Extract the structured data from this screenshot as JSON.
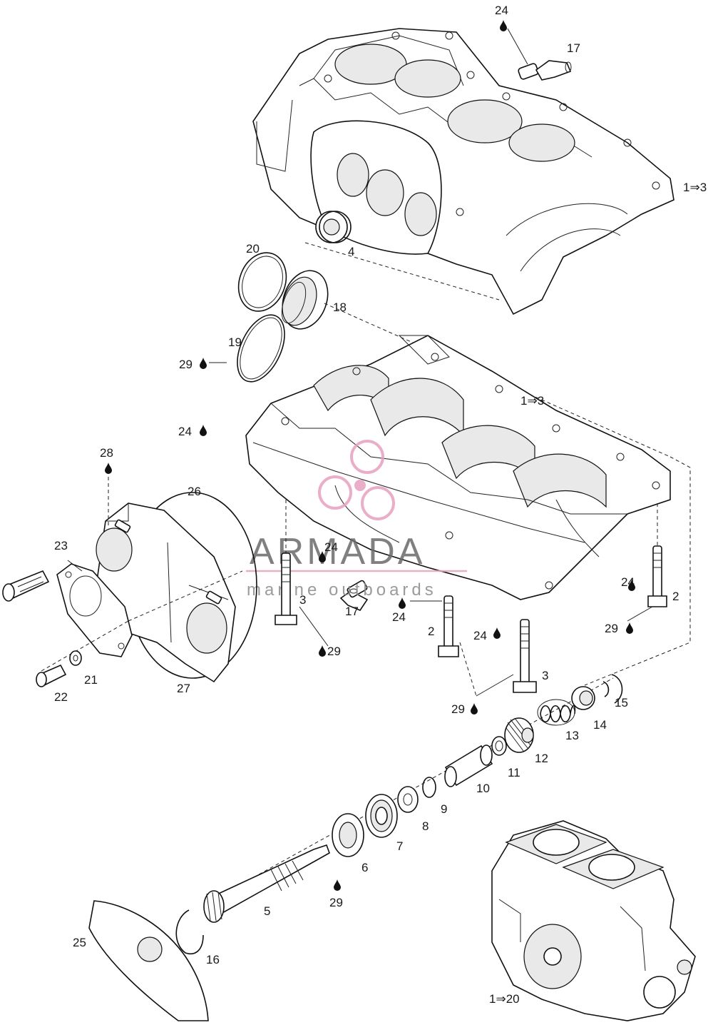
{
  "watermark": {
    "brand": "ARMADA",
    "tagline": "marine outboards",
    "brand_color": "#e8a0c0"
  },
  "oil_symbol": "oil-drop-icon",
  "callouts": [
    {
      "id": "c-24-top",
      "text": "24"
    },
    {
      "id": "c-17-top",
      "text": "17"
    },
    {
      "id": "c-1to3-top",
      "text": "1⇒3"
    },
    {
      "id": "c-4",
      "text": "4"
    },
    {
      "id": "c-20",
      "text": "20"
    },
    {
      "id": "c-18",
      "text": "18"
    },
    {
      "id": "c-19",
      "text": "19"
    },
    {
      "id": "c-29-a",
      "text": "29"
    },
    {
      "id": "c-1to3-mid",
      "text": "1⇒3"
    },
    {
      "id": "c-24-b",
      "text": "24"
    },
    {
      "id": "c-28",
      "text": "28"
    },
    {
      "id": "c-26",
      "text": "26"
    },
    {
      "id": "c-23",
      "text": "23"
    },
    {
      "id": "c-24-c",
      "text": "24"
    },
    {
      "id": "c-3-a",
      "text": "3"
    },
    {
      "id": "c-17-mid",
      "text": "17"
    },
    {
      "id": "c-24-d",
      "text": "24"
    },
    {
      "id": "c-24-e",
      "text": "24"
    },
    {
      "id": "c-2-a",
      "text": "2"
    },
    {
      "id": "c-29-b",
      "text": "29"
    },
    {
      "id": "c-24-f",
      "text": "24"
    },
    {
      "id": "c-2-b",
      "text": "2"
    },
    {
      "id": "c-29-c",
      "text": "29"
    },
    {
      "id": "c-3-b",
      "text": "3"
    },
    {
      "id": "c-21",
      "text": "21"
    },
    {
      "id": "c-22",
      "text": "22"
    },
    {
      "id": "c-27",
      "text": "27"
    },
    {
      "id": "c-29-d",
      "text": "29"
    },
    {
      "id": "c-15",
      "text": "15"
    },
    {
      "id": "c-14",
      "text": "14"
    },
    {
      "id": "c-13",
      "text": "13"
    },
    {
      "id": "c-12",
      "text": "12"
    },
    {
      "id": "c-11",
      "text": "11"
    },
    {
      "id": "c-10",
      "text": "10"
    },
    {
      "id": "c-9",
      "text": "9"
    },
    {
      "id": "c-8",
      "text": "8"
    },
    {
      "id": "c-7",
      "text": "7"
    },
    {
      "id": "c-6",
      "text": "6"
    },
    {
      "id": "c-29-e",
      "text": "29"
    },
    {
      "id": "c-5",
      "text": "5"
    },
    {
      "id": "c-25",
      "text": "25"
    },
    {
      "id": "c-16",
      "text": "16"
    },
    {
      "id": "c-1to20",
      "text": "1⇒20"
    }
  ]
}
